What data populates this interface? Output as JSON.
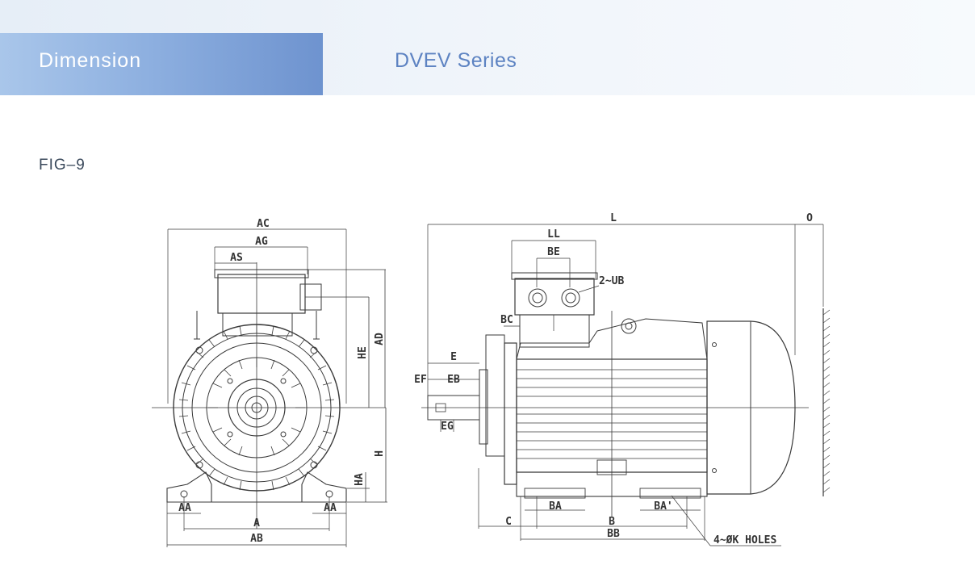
{
  "header": {
    "section_title": "Dimension",
    "series_title": "DVEV Series"
  },
  "figure": {
    "label": "FIG–9"
  },
  "front_view": {
    "dims": {
      "ac": "AC",
      "ag": "AG",
      "as": "AS",
      "ad": "AD",
      "he": "HE",
      "h": "H",
      "ha": "HA",
      "aa_left": "AA",
      "aa_right": "AA",
      "a": "A",
      "ab": "AB"
    }
  },
  "side_view": {
    "dims": {
      "l": "L",
      "o": "O",
      "ll": "LL",
      "be": "BE",
      "ub": "2~UB",
      "bc": "BC",
      "e": "E",
      "ef": "EF",
      "eb": "EB",
      "eg": "EG",
      "c": "C",
      "ba_left": "BA",
      "ba_right": "BA'",
      "b": "B",
      "bb": "BB",
      "holes": "4~ØK HOLES"
    }
  },
  "colors": {
    "accent": "#6e93cf",
    "series_text": "#5d83c2",
    "line": "#3a3a3a"
  }
}
